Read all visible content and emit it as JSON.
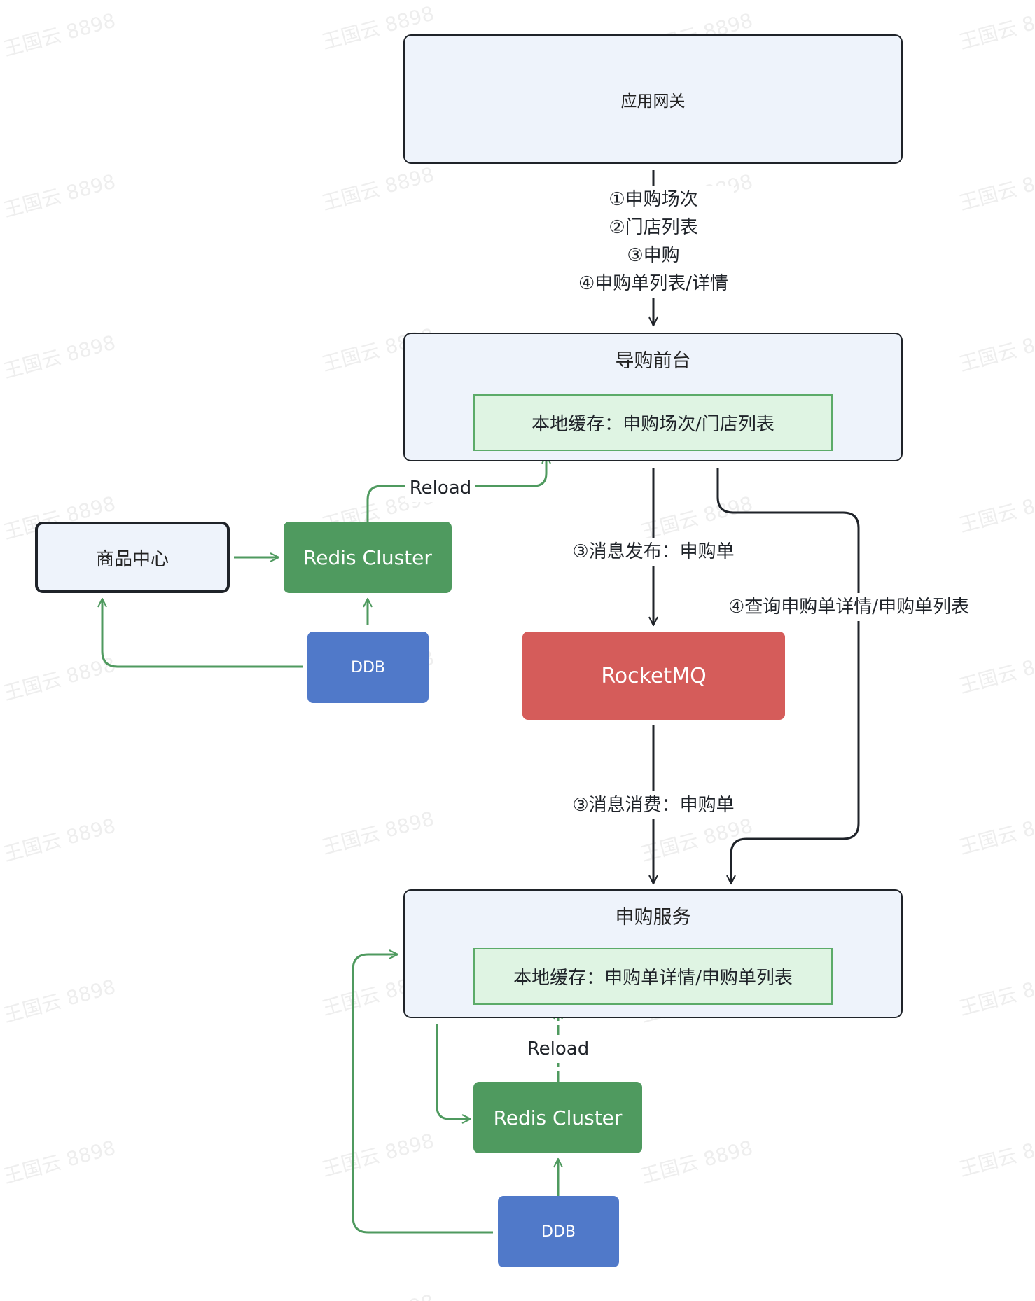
{
  "colors": {
    "service_bg": "#eef3fb",
    "cache_bg": "#dff4e3",
    "cache_border": "#5cab69",
    "redis": "#4f9a5f",
    "ddb": "#5079c9",
    "mq": "#d55c5a",
    "green_edge": "#4f9a5f",
    "black_edge": "#1f2329"
  },
  "nodes": {
    "gateway": "应用网关",
    "guide_front": "导购前台",
    "guide_cache": "本地缓存：申购场次/门店列表",
    "mall_center": "商品中心",
    "redis_top": "Redis Cluster",
    "ddb_top": "DDB",
    "rocketmq": "RocketMQ",
    "apply_service": "申购服务",
    "apply_cache": "本地缓存：申购单详情/申购单列表",
    "redis_bottom": "Redis Cluster",
    "ddb_bottom": "DDB"
  },
  "edges": {
    "gateway_to_front": [
      "①申购场次",
      "②门店列表",
      "③申购",
      "④申购单列表/详情"
    ],
    "reload_top": "Reload",
    "publish": "③消息发布：申购单",
    "consume": "③消息消费：申购单",
    "query": "④查询申购单详情/申购单列表",
    "reload_bottom": "Reload"
  },
  "watermark": "王国云 8898"
}
